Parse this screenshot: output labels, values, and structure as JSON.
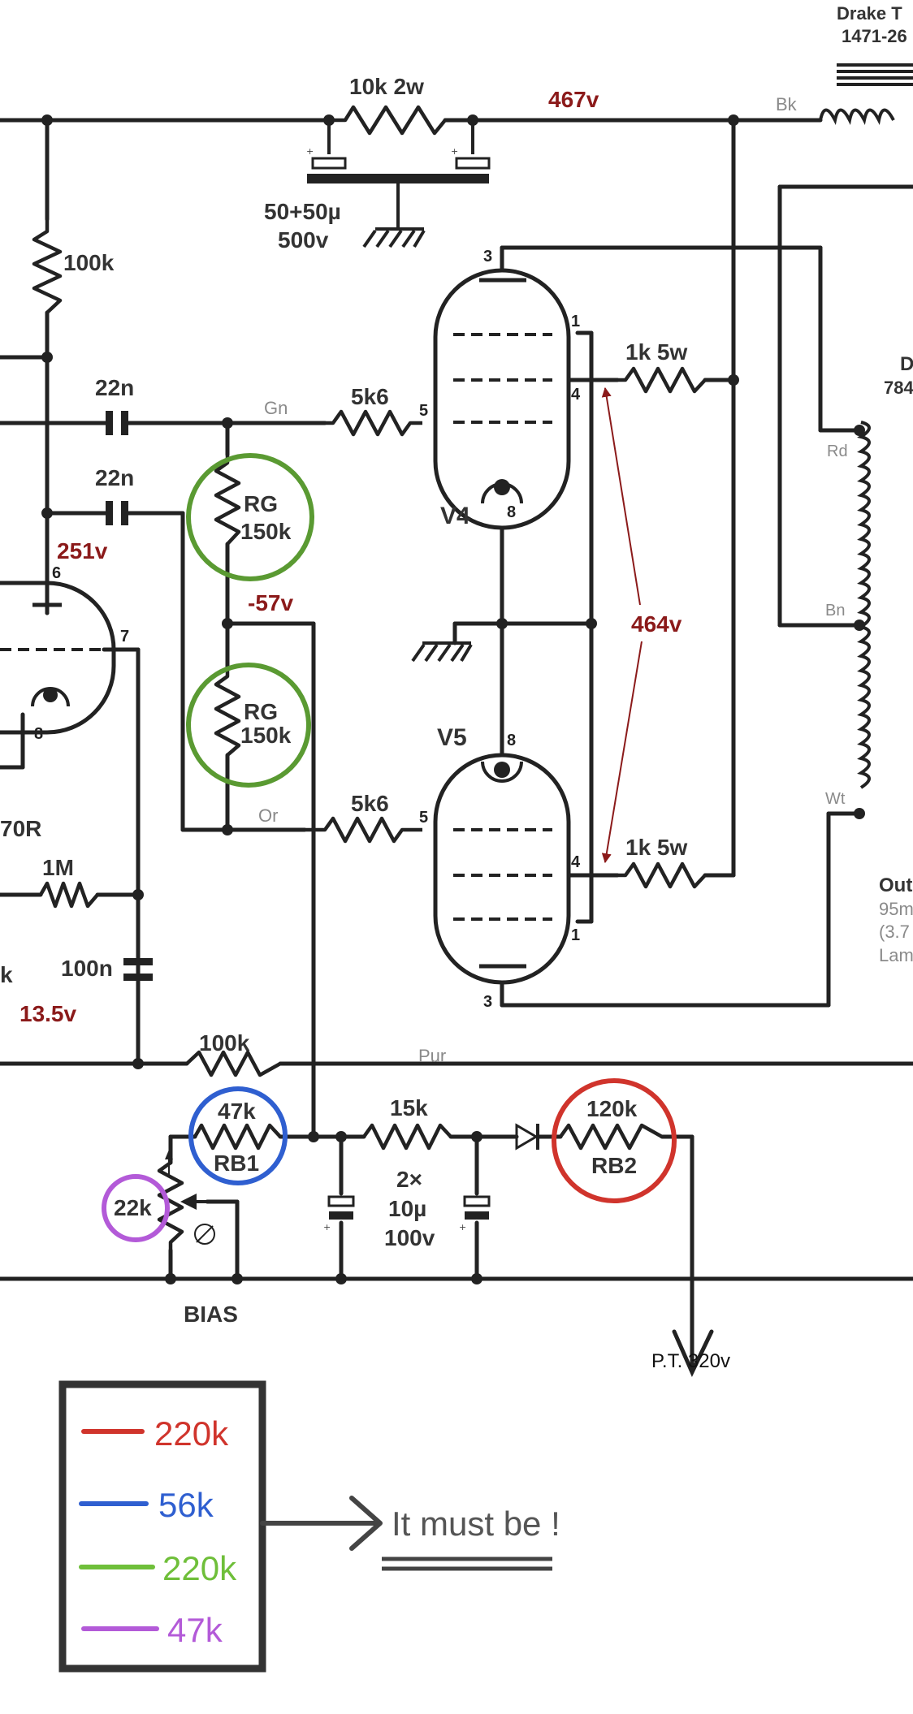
{
  "labels": {
    "transformer_top": "Drake T",
    "transformer_top_part": "1471-26",
    "r_10k2w": "10k 2w",
    "v467": "467v",
    "bk": "Bk",
    "cap_50": "50+50µ",
    "cap_500v": "500v",
    "r_100k": "100k",
    "c_22n_top": "22n",
    "c_22n_bot": "22n",
    "gn": "Gn",
    "r_5k6_top": "5k6",
    "r_5k6_bot": "5k6",
    "r_1k5w_top": "1k 5w",
    "r_1k5w_bot": "1k 5w",
    "v251": "251v",
    "rg": "RG",
    "r150k": "150k",
    "v_neg57": "-57v",
    "v4": "V4",
    "v5": "V5",
    "v464": "464v",
    "or": "Or",
    "rd": "Rd",
    "bn": "Bn",
    "wt": "Wt",
    "ot_d": "D",
    "ot_784": "784",
    "out_1": "Out",
    "out_2": "95m",
    "out_3": "(3.7",
    "out_4": "Lam",
    "r_70r": "70R",
    "r_1m": "1M",
    "k_frag": "k",
    "c_100n": "100n",
    "v13_5": "13.5v",
    "r_100k_bot": "100k",
    "pur": "Pur",
    "rb1_val": "47k",
    "rb1": "RB1",
    "r_15k": "15k",
    "caps_2x": "2×",
    "caps_10u": "10µ",
    "caps_100v": "100v",
    "rb2_val": "120k",
    "rb2": "RB2",
    "pot_22k": "22k",
    "bias": "BIAS",
    "pt320": "P.T. 320v"
  },
  "pins": {
    "v4_3": "3",
    "v4_1": "1",
    "v4_4": "4",
    "v4_5": "5",
    "v4_8": "8",
    "v5_8": "8",
    "v5_5": "5",
    "v5_4": "4",
    "v5_1": "1",
    "v5_3": "3",
    "pre_6": "6",
    "pre_7": "7",
    "pre_8": "8"
  },
  "legend": {
    "items": [
      {
        "value": "220k",
        "color": "#d0342c"
      },
      {
        "value": "56k",
        "color": "#2f5fd0"
      },
      {
        "value": "220k",
        "color": "#6fbf3a"
      },
      {
        "value": "47k",
        "color": "#b35ad8"
      }
    ],
    "note": "It must be !"
  },
  "colors": {
    "ink": "#222222",
    "voltage": "#8b1a1a",
    "red_circle": "#d0342c",
    "blue_circle": "#2f5fd0",
    "green_circle": "#5a9a32",
    "purple_circle": "#b35ad8",
    "annotation": "#555555"
  }
}
